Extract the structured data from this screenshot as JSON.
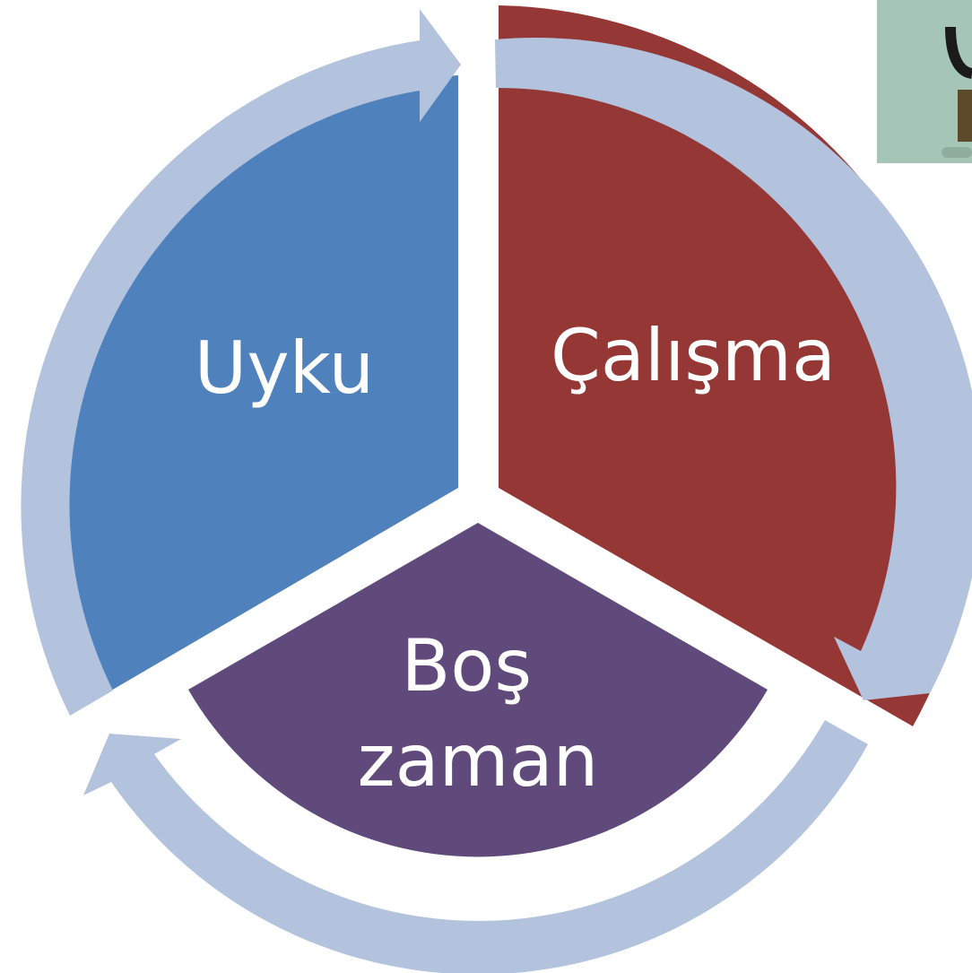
{
  "diagram": {
    "type": "cycle",
    "segments": [
      {
        "id": "uyku",
        "lines": [
          "Uyku"
        ],
        "color": "#4F81BD"
      },
      {
        "id": "calisma",
        "lines": [
          "Çalışma"
        ],
        "color": "#953735"
      },
      {
        "id": "bos-zaman",
        "lines": [
          "Boş",
          "zaman"
        ],
        "color": "#604A7B"
      }
    ],
    "arrow_color": "#B4C3DD"
  },
  "thumbnail": {
    "background": "#A5C6B6",
    "accent": "#5C4A2A"
  }
}
